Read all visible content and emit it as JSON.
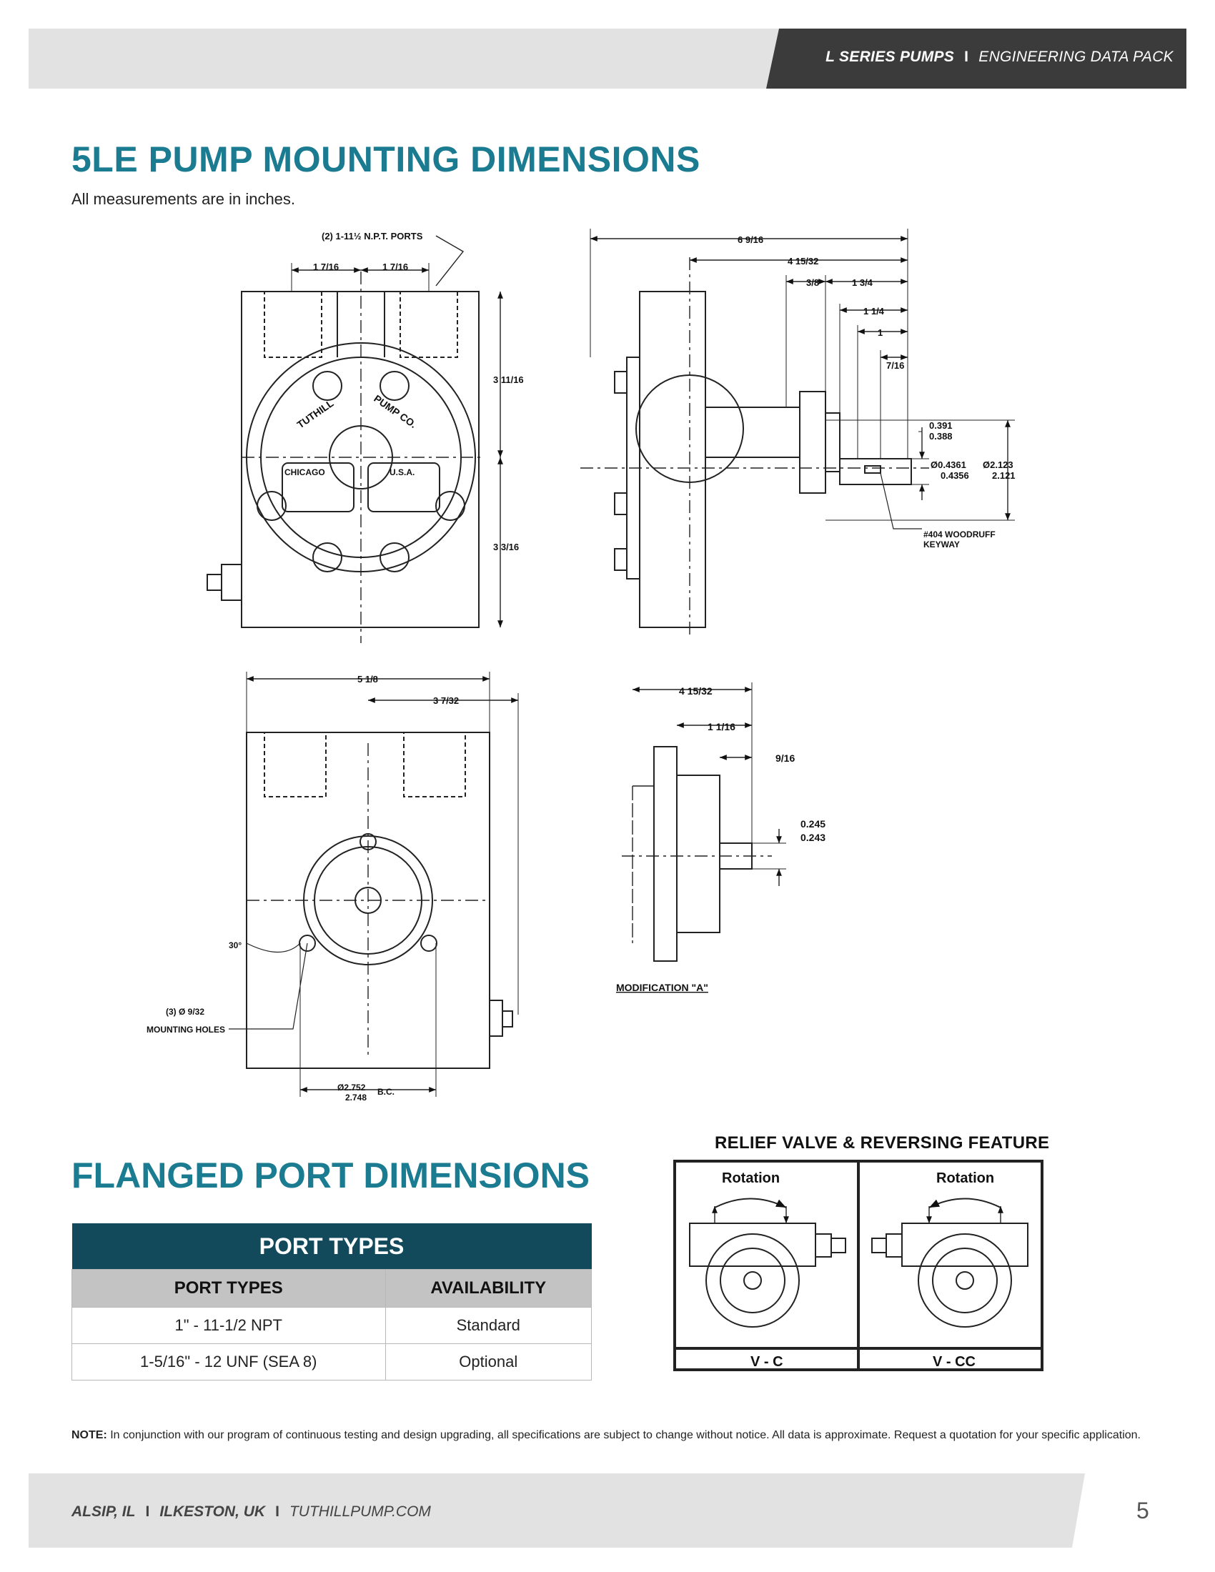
{
  "header": {
    "series": "L SERIES PUMPS",
    "separator": "I",
    "doc": "ENGINEERING DATA PACK"
  },
  "mounting": {
    "title": "5LE PUMP MOUNTING DIMENSIONS",
    "subtitle": "All measurements are in inches."
  },
  "drawings": {
    "front": {
      "ports_label": "(2) 1-11½ N.P.T. PORTS",
      "port_spacing_left": "1 7/16",
      "port_spacing_right": "1 7/16",
      "height_upper": "3 11/16",
      "height_lower": "3 3/16",
      "cast_text_1": "TUTHILL",
      "cast_text_2": "PUMP CO.",
      "cast_text_3": "CHICAGO",
      "cast_text_4": "U.S.A."
    },
    "side": {
      "overall": "6 9/16",
      "to_flange": "4 15/32",
      "flange_thk": "3/8",
      "dim_1_3_4": "1 3/4",
      "dim_1_1_4": "1 1/4",
      "dim_1": "1",
      "dim_7_16": "7/16",
      "keyway_w_max": "0.391",
      "keyway_w_min": "0.388",
      "shaft_d_max": "Ø0.4361",
      "shaft_d_min": "0.4356",
      "pilot_d_max": "Ø2.123",
      "pilot_d_min": "2.121",
      "keyway_label_1": "#404 WOODRUFF",
      "keyway_label_2": "KEYWAY"
    },
    "rear": {
      "width": "5 1/8",
      "half_width": "3 7/32",
      "angle": "30°",
      "holes_label_1": "(3) Ø 9/32",
      "holes_label_2": "MOUNTING HOLES",
      "bc_max": "Ø2.752",
      "bc_min": "2.748",
      "bc_suffix": "B.C."
    },
    "mod_a": {
      "dim_4_15_32": "4 15/32",
      "dim_1_1_16": "1 1/16",
      "dim_9_16": "9/16",
      "shaft_max": "0.245",
      "shaft_min": "0.243",
      "label": "MODIFICATION \"A\""
    }
  },
  "flanged": {
    "title": "FLANGED PORT DIMENSIONS",
    "table": {
      "caption": "PORT TYPES",
      "columns": [
        "PORT TYPES",
        "AVAILABILITY"
      ],
      "rows": [
        [
          "1\" - 11-1/2 NPT",
          "Standard"
        ],
        [
          "1-5/16\" - 12 UNF (SEA 8)",
          "Optional"
        ]
      ]
    }
  },
  "relief": {
    "title": "RELIEF VALVE & REVERSING FEATURE",
    "left_rotation": "Rotation",
    "right_rotation": "Rotation",
    "left_code": "V - C",
    "right_code": "V - CC"
  },
  "note": {
    "label": "NOTE:",
    "text": "In conjunction with our program of continuous testing and design upgrading, all specifications are subject to change without notice. All data is approximate. Request a quotation for your specific application."
  },
  "footer": {
    "loc1": "ALSIP, IL",
    "loc2": "ILKESTON, UK",
    "sep": "I",
    "web": "TUTHILLPUMP.COM",
    "page": "5"
  }
}
